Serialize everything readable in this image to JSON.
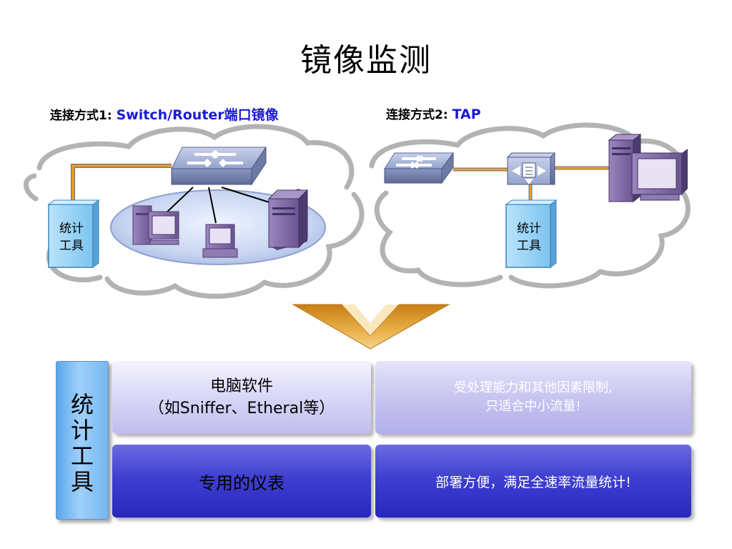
{
  "title": "镜像监测",
  "method1": {
    "prefix": "连接方式1:",
    "highlight": "Switch/Router端口镜像"
  },
  "method2": {
    "prefix": "连接方式2:",
    "highlight": "TAP"
  },
  "tool_label_1": [
    "统计",
    "工具"
  ],
  "tool_label_2": [
    "统计",
    "工具"
  ],
  "table": {
    "column_label": [
      "统",
      "计",
      "工",
      "具"
    ],
    "rows": [
      {
        "name": [
          "电脑软件",
          "（如Sniffer、Etheral等）"
        ],
        "note": [
          "受处理能力和其他因素限制,",
          "只适合中小流量!"
        ]
      },
      {
        "name": [
          "专用的仪表"
        ],
        "note": [
          "部署方便，满足全速率流量统计!"
        ]
      }
    ]
  },
  "colors": {
    "cloud": "#a9a9a9",
    "device_purple": "#7e6aa0",
    "switch_blue": "#8fa1c8",
    "tool_blue": "#8fd0f4",
    "link_orange": "#f0a020",
    "arrow_orange": "#d99a2e",
    "highlight_text": "#1a1ad6"
  },
  "icons": [
    "cloud-icon",
    "switch-icon",
    "pc-icon",
    "server-icon",
    "tap-icon",
    "arrow-down-icon"
  ]
}
